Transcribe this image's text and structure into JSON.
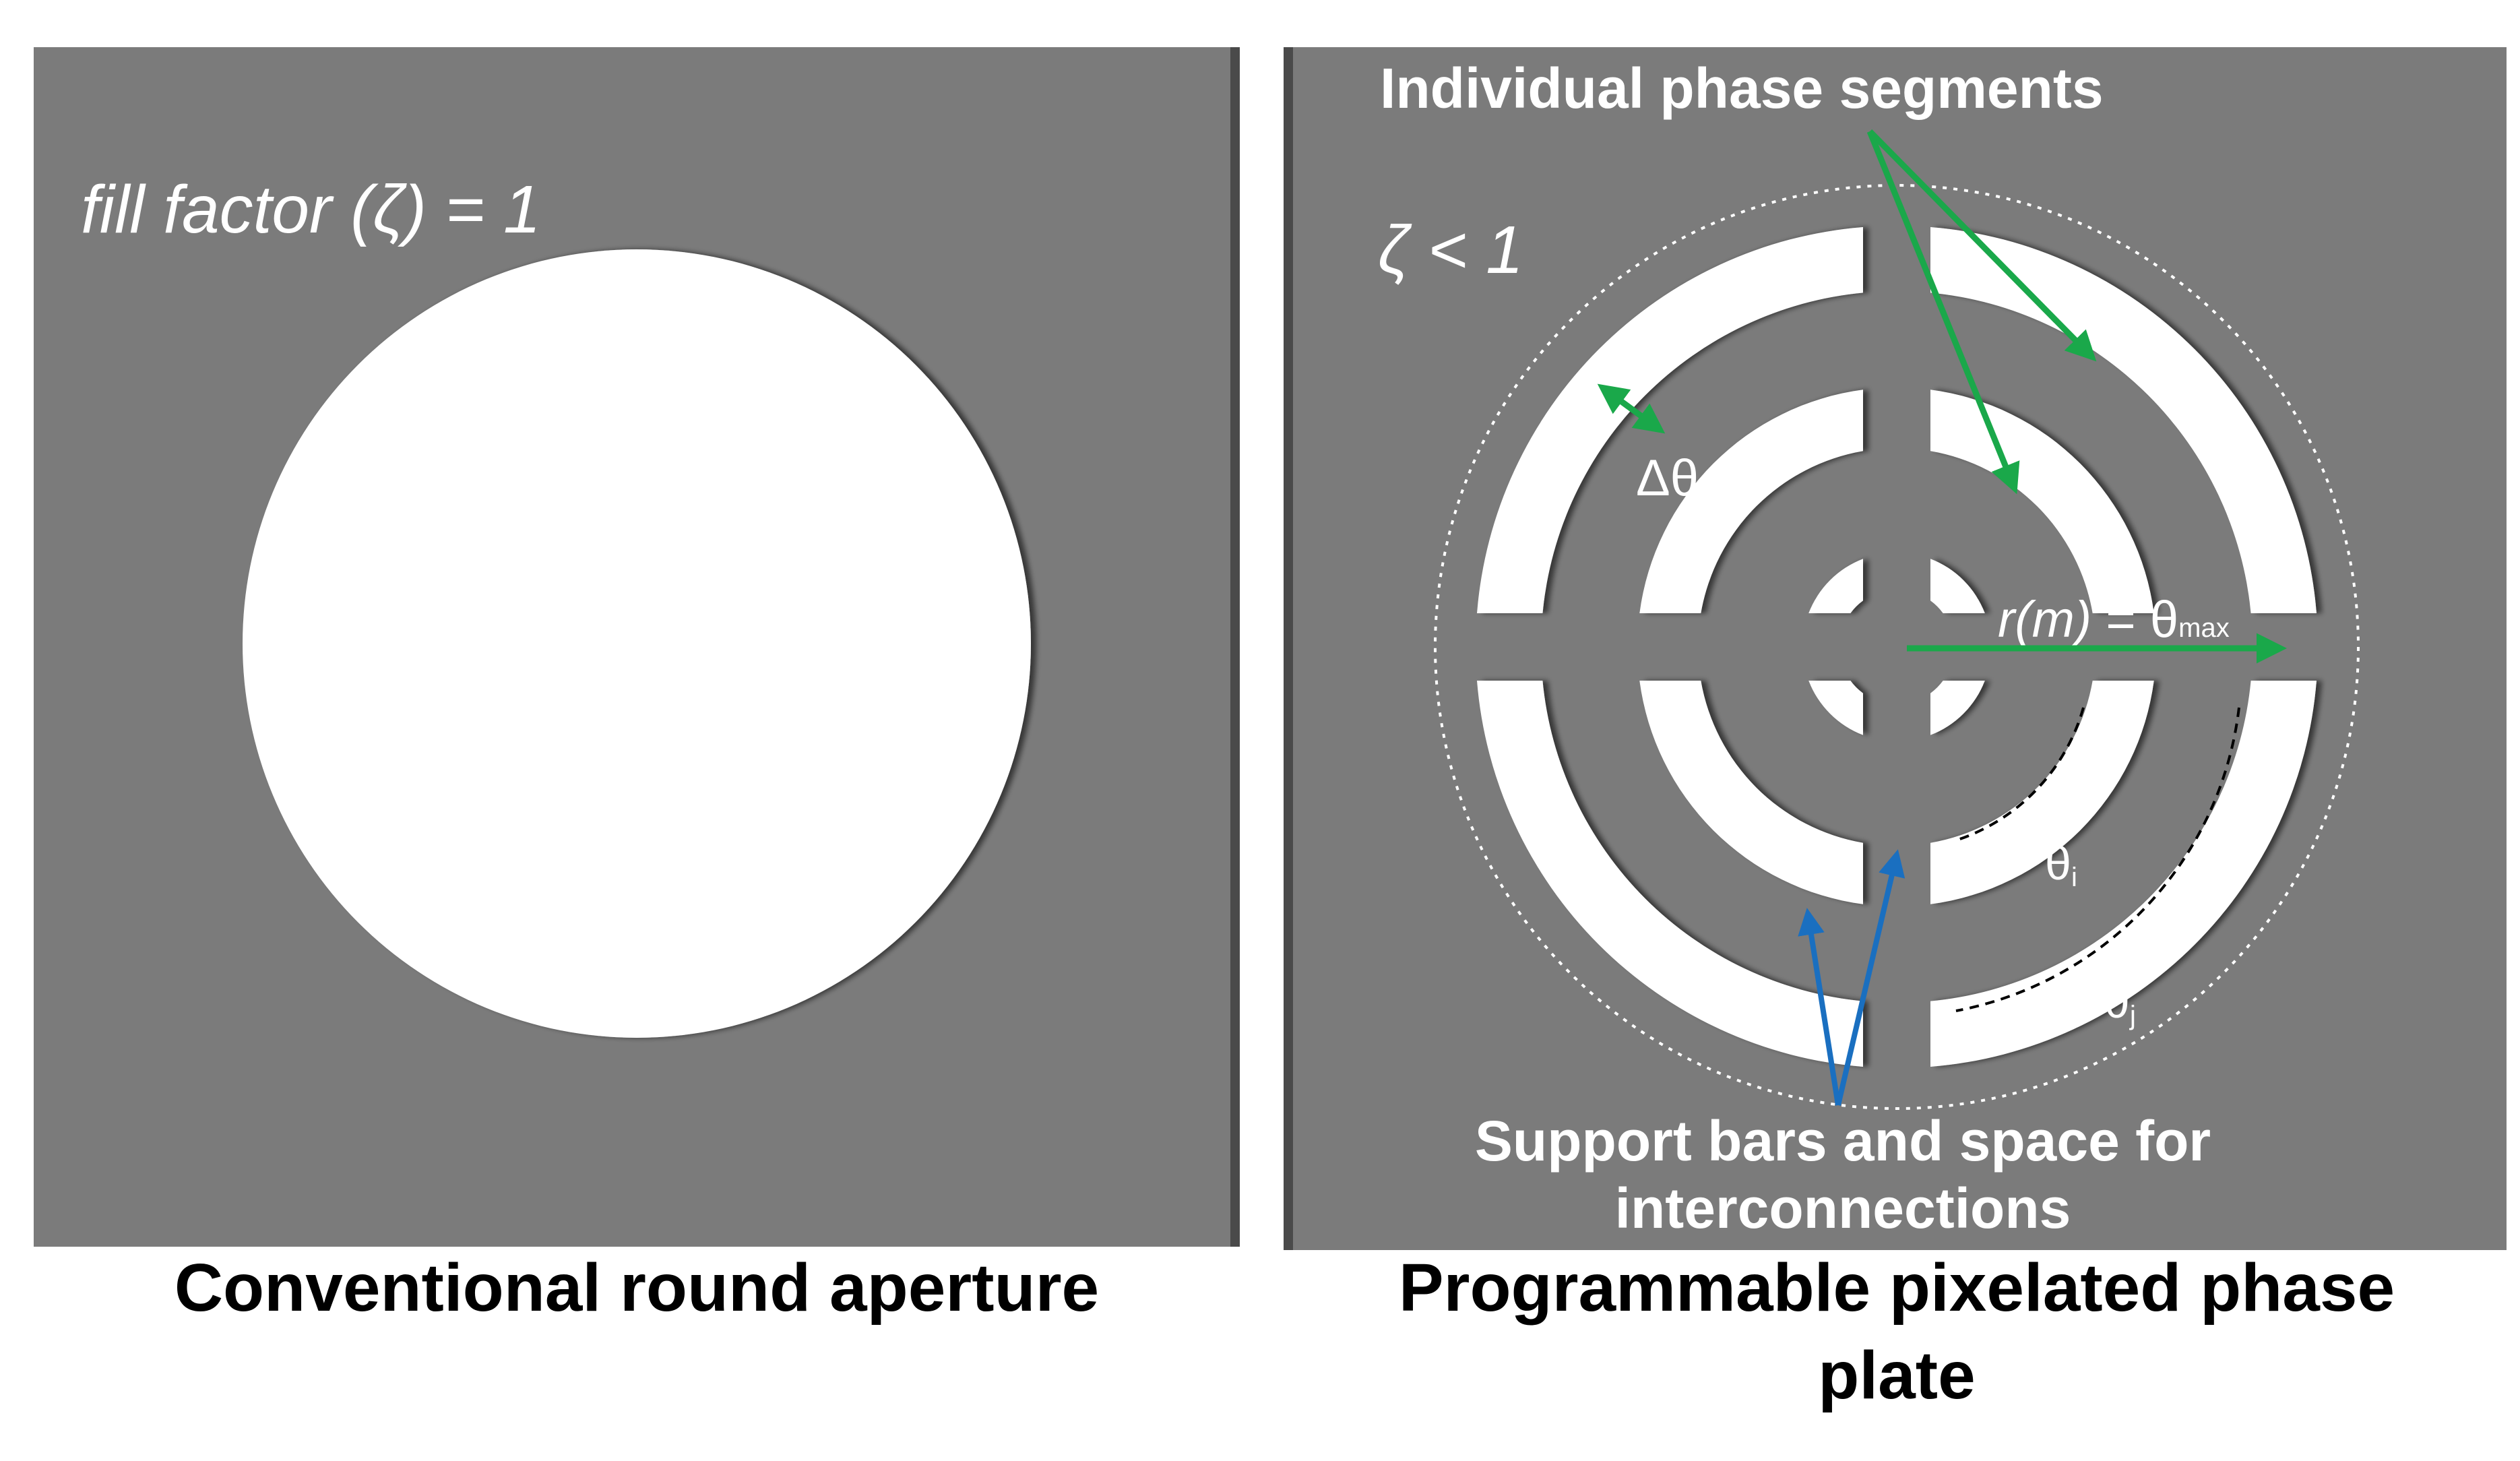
{
  "left_panel": {
    "fill_factor_label": "fill factor (ζ) = 1",
    "caption": "Conventional round aperture"
  },
  "right_panel": {
    "zeta_label": "ζ < 1",
    "segments_label": "Individual phase segments",
    "delta_theta_label": "Δθ",
    "r_label_prefix": "r(m)",
    "r_label_eq": " = θ",
    "r_label_sub": "max",
    "theta_i_label": "θ",
    "theta_i_sub": "i",
    "theta_j_label": "θ",
    "theta_j_sub": "j",
    "support_label_line1": "Support bars and space for",
    "support_label_line2": "interconnections",
    "caption_line1": "Programmable pixelated phase",
    "caption_line2": "plate"
  },
  "colors": {
    "panel_gray": "#7b7b7b",
    "aperture_white": "#ffffff",
    "arrow_green": "#1aa84a",
    "arrow_blue": "#1a6fc0"
  }
}
